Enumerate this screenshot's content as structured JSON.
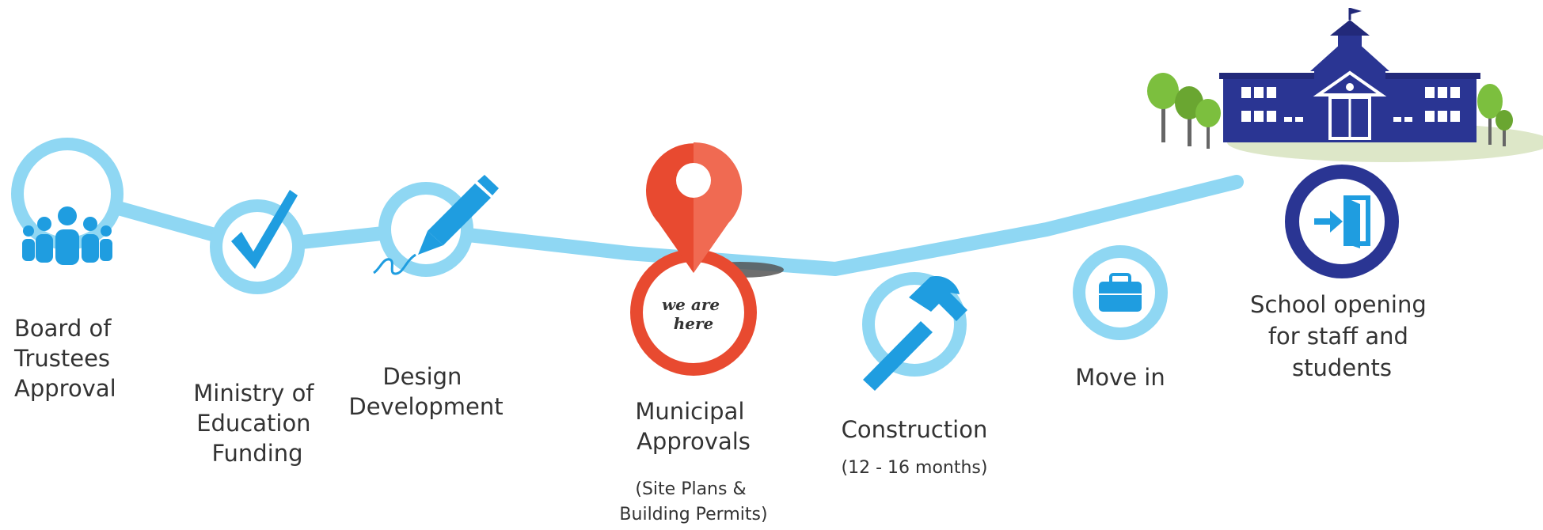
{
  "timeline": {
    "colors": {
      "line": "#8fd7f3",
      "icon_blue": "#1f9de0",
      "current_red": "#e84a30",
      "final_navy": "#2a3593",
      "tree_green": "#7cbf3e",
      "label_text": "#333333"
    },
    "steps": [
      {
        "icon": "people-icon",
        "label_lines": [
          "Board of",
          "Trustees",
          "Approval"
        ]
      },
      {
        "icon": "checkmark-icon",
        "label_lines": [
          "Ministry of",
          "Education",
          "Funding"
        ]
      },
      {
        "icon": "pencil-icon",
        "label_lines": [
          "Design",
          "Development"
        ]
      },
      {
        "icon": "map-pin-icon",
        "label_lines": [
          "Municipal",
          "Approvals"
        ],
        "sublabel_lines": [
          "(Site Plans &",
          "Building Permits)"
        ],
        "badge_lines": [
          "we are",
          "here"
        ],
        "status": "current"
      },
      {
        "icon": "hammer-icon",
        "label_lines": [
          "Construction"
        ],
        "sublabel_lines": [
          "(12 - 16 months)"
        ]
      },
      {
        "icon": "suitcase-icon",
        "label_lines": [
          "Move in"
        ]
      },
      {
        "icon": "door-enter-icon",
        "label_lines": [
          "School opening",
          "for staff and",
          "students"
        ],
        "status": "final"
      }
    ],
    "illustration": {
      "icon": "school-building-icon"
    }
  }
}
